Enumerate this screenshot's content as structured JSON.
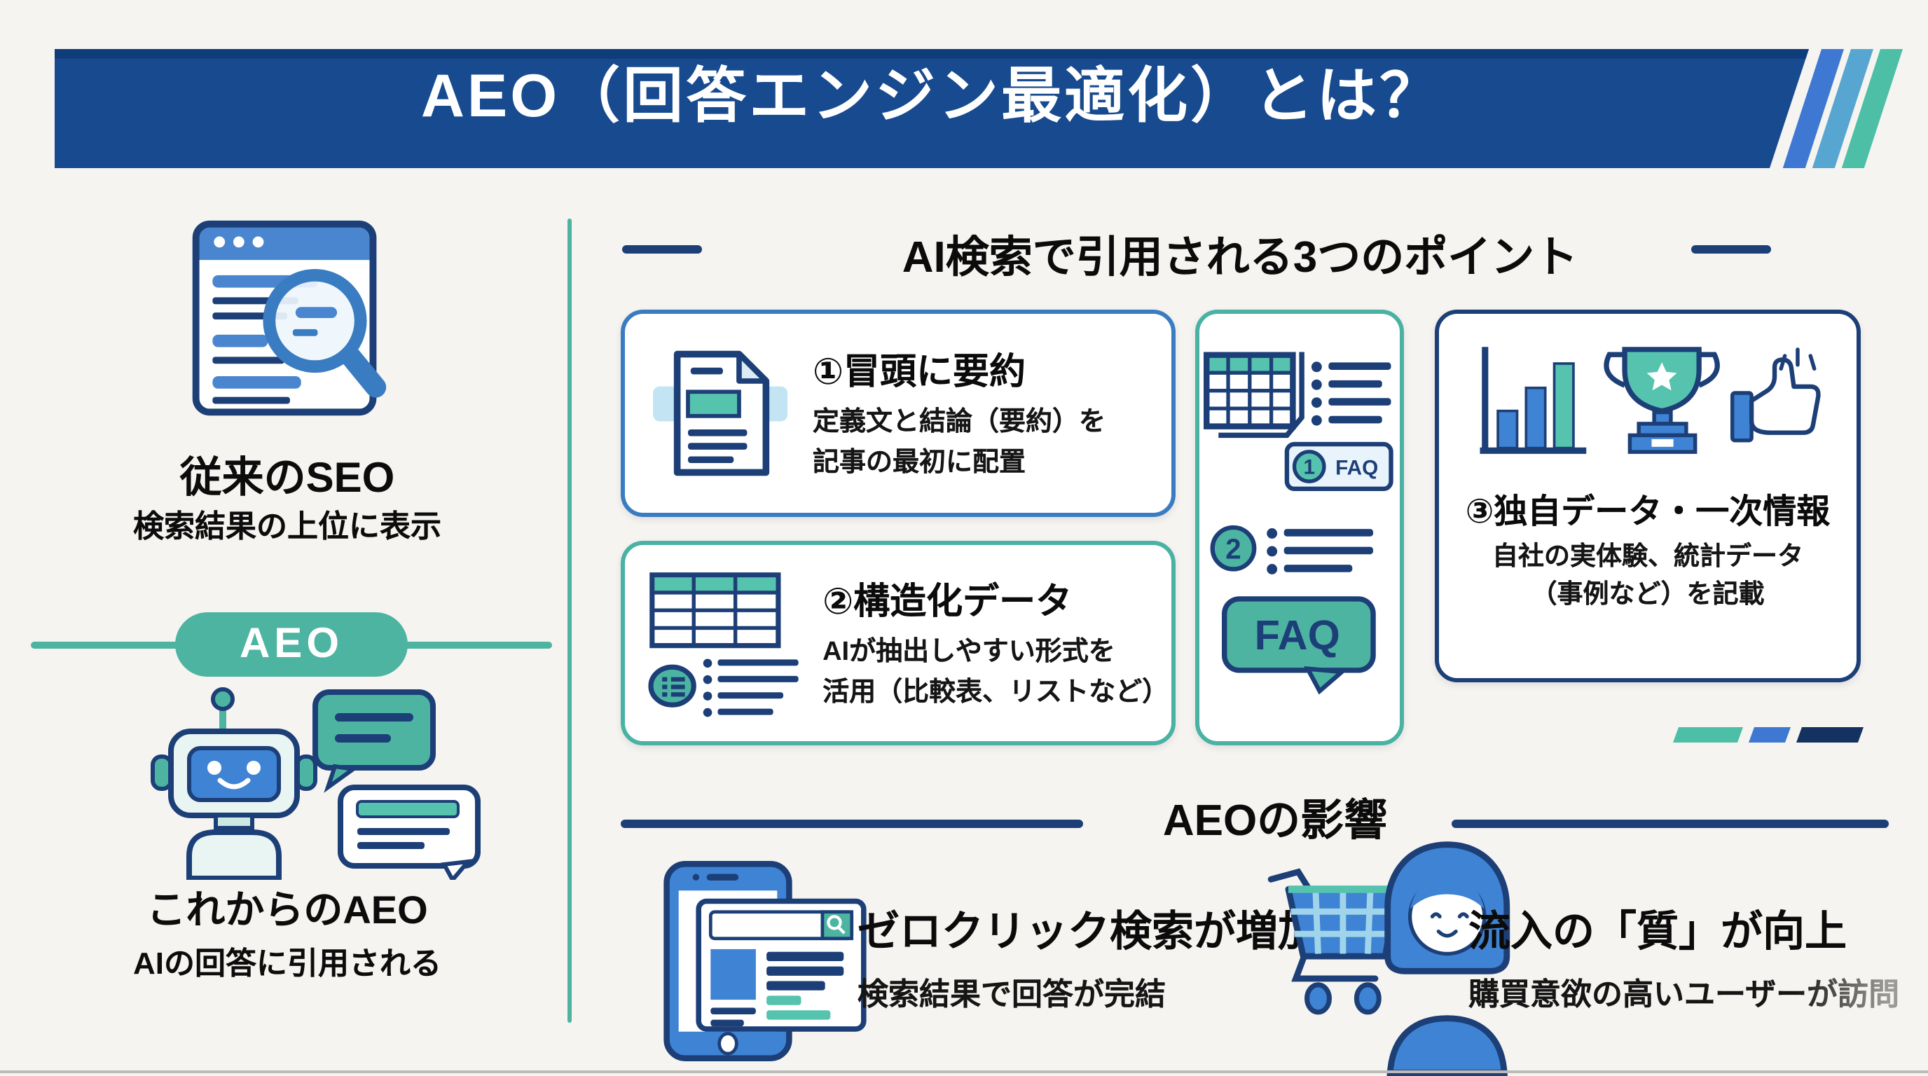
{
  "header": {
    "title": "AEO（回答エンジン最適化）とは？"
  },
  "left_panel": {
    "seo": {
      "title": "従来のSEO",
      "subtitle": "検索結果の上位に表示"
    },
    "badge_label": "AEO",
    "aeo": {
      "title": "これからのAEO",
      "subtitle": "AIの回答に引用される"
    }
  },
  "points_section": {
    "title": "AI検索で引用される3つのポイント",
    "cards": [
      {
        "title": "①冒頭に要約",
        "lines": [
          "定義文と結論（要約）を",
          "記事の最初に配置"
        ]
      },
      {
        "title": "②構造化データ",
        "lines": [
          "AIが抽出しやすい形式を",
          "活用（比較表、リストなど）"
        ]
      },
      {
        "title": "③独自データ・一次情報",
        "lines": [
          "自社の実体験、統計データ",
          "（事例など）を記載"
        ]
      }
    ],
    "faq_panel": {
      "item1_number": "1",
      "item1_label": "FAQ",
      "item2_number": "2",
      "bubble_label": "FAQ"
    }
  },
  "impact_section": {
    "title": "AEOの影響",
    "items": [
      {
        "title": "ゼロクリック検索が増加",
        "subtitle": "検索結果で回答が完結"
      },
      {
        "title": "流入の「質」が向上",
        "subtitle": "購買意欲の高いユーザーが訪問"
      }
    ]
  },
  "colors": {
    "banner_navy": "#174a8e",
    "accent_teal": "#4db4a2",
    "accent_blue": "#3f83d4",
    "outline_navy": "#1d3f77",
    "background": "#f6f4f0"
  }
}
